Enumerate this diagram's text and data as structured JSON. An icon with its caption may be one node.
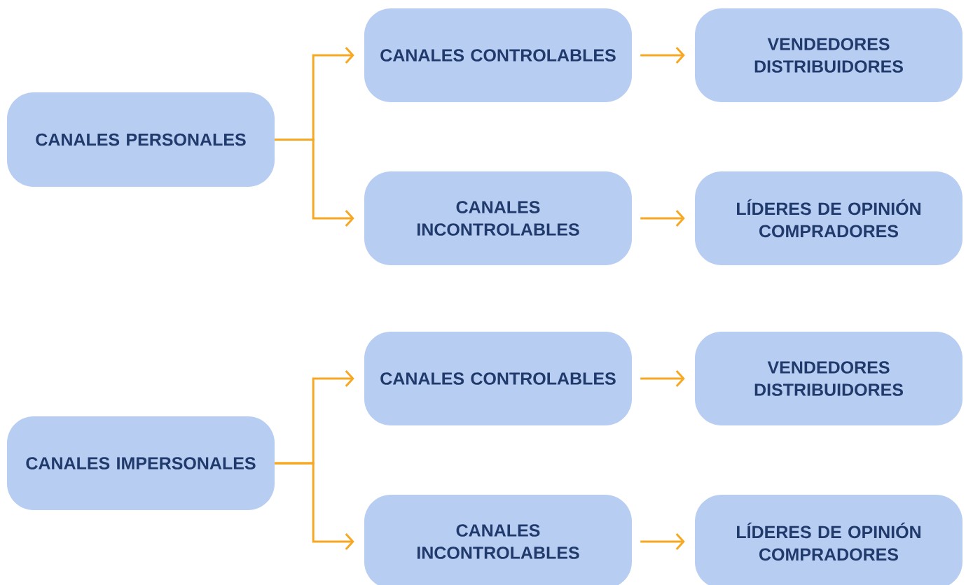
{
  "diagram": {
    "nodes": [
      {
        "text": [
          "CANALES PERSONALES"
        ]
      },
      {
        "text": [
          "CANALES CONTROLABLES"
        ]
      },
      {
        "text": [
          "VENDEDORES DISTRIBUIDORES"
        ]
      },
      {
        "text": [
          "CANALES INCONTROLABLES"
        ]
      },
      {
        "text": [
          "LÍDERES DE OPINIÓN COMPRADORES"
        ]
      },
      {
        "text": [
          "CANALES IMPERSONALES"
        ]
      },
      {
        "text": [
          "CANALES CONTROLABLES"
        ]
      },
      {
        "text": [
          "VENDEDORES DISTRIBUIDORES"
        ]
      },
      {
        "text": [
          "CANALES INCONTROLABLES"
        ]
      },
      {
        "text": [
          "LÍDERES DE OPINIÓN COMPRADORES"
        ]
      }
    ],
    "edges": [
      {
        "from": 0,
        "to": 1,
        "arrow": "to"
      },
      {
        "from": 0,
        "to": 3,
        "arrow": "to"
      },
      {
        "from": 1,
        "to": 2,
        "arrow": "to"
      },
      {
        "from": 3,
        "to": 4,
        "arrow": "to"
      },
      {
        "from": 5,
        "to": 6,
        "arrow": "to"
      },
      {
        "from": 5,
        "to": 8,
        "arrow": "to"
      },
      {
        "from": 6,
        "to": 7,
        "arrow": "to"
      },
      {
        "from": 8,
        "to": 9,
        "arrow": "to"
      }
    ]
  }
}
